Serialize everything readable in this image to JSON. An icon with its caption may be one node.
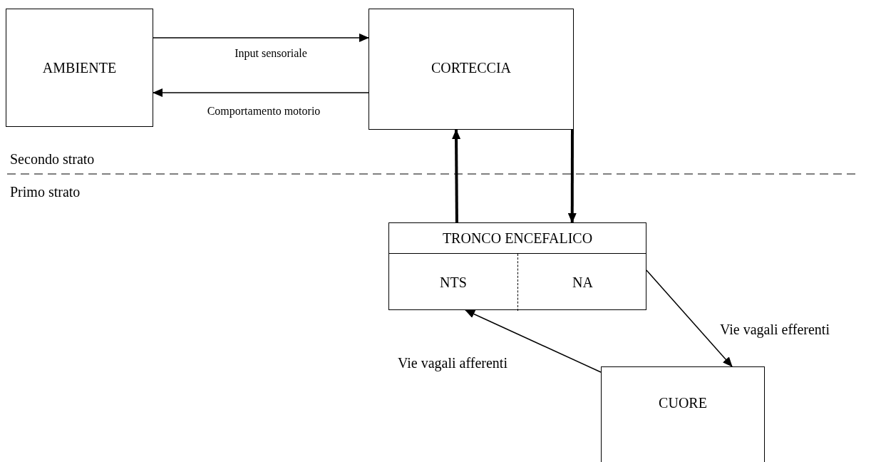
{
  "diagram": {
    "nodes": [
      {
        "text": [
          "AMBIENTE"
        ]
      },
      {
        "text": [
          "CORTECCIA"
        ]
      },
      {
        "text": [
          "TRONCO ENCEFALICO"
        ]
      },
      {
        "text": [
          "NTS"
        ],
        "in": 2
      },
      {
        "text": [
          "NA"
        ],
        "in": 2
      },
      {
        "text": [
          "CUORE"
        ]
      }
    ],
    "edges": [
      {
        "from": 0,
        "to": 1,
        "arrow": "to",
        "label": "Input sensoriale"
      },
      {
        "from": 1,
        "to": 0,
        "arrow": "to",
        "label": "Comportamento motorio"
      },
      {
        "from": 2,
        "to": 1,
        "arrow": "to",
        "style": "thick"
      },
      {
        "from": 1,
        "to": 2,
        "arrow": "to",
        "style": "thick"
      },
      {
        "from": 4,
        "to": 5,
        "arrow": "to",
        "label": "Vie vagali efferenti"
      },
      {
        "from": 5,
        "to": 3,
        "arrow": "to",
        "label": "Vie vagali afferenti"
      }
    ],
    "labels": [
      "Secondo strato",
      "Primo strato"
    ]
  }
}
